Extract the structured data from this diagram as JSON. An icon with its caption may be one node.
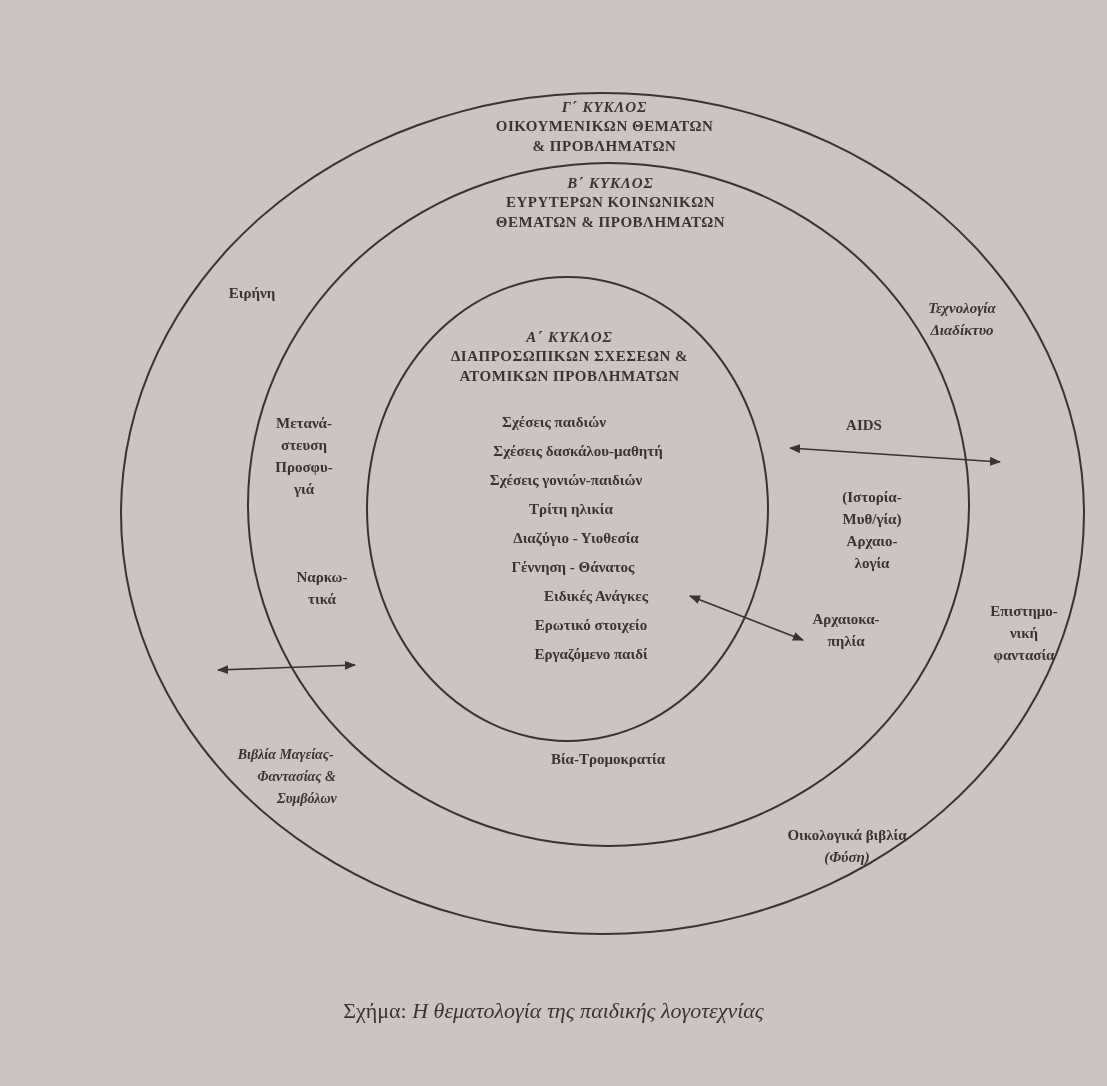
{
  "diagram": {
    "caption": "Σχήμα: *Η θεματολογία της παιδικής λογοτεχνίας*",
    "nodes": [
      {
        "text": [
          "Γ΄ ΚΥΚΛΟΣ",
          "ΟΙΚΟΥΜΕΝΙΚΩΝ ΘΕΜΑΤΩΝ & ΠΡΟΒΛΗΜΑΤΩΝ"
        ]
      },
      {
        "text": [
          "Ειρήνη"
        ],
        "in": 0
      },
      {
        "text": [
          "Τεχνολογία Διαδίκτυο"
        ],
        "in": 0
      },
      {
        "text": [
          "Επιστημο-νική φαντασία"
        ],
        "in": 0
      },
      {
        "text": [
          "Βιβλία Μαγείας-Φαντασίας & Συμβόλων"
        ],
        "in": 0
      },
      {
        "text": [
          "Οικολογικά βιβλία *(Φύση)*"
        ],
        "in": 0
      },
      {
        "text": [
          "Β΄ ΚΥΚΛΟΣ",
          "ΕΥΡΥΤΕΡΩΝ ΚΟΙΝΩΝΙΚΩΝ ΘΕΜΑΤΩΝ & ΠΡΟΒΛΗΜΑΤΩΝ"
        ],
        "in": 0
      },
      {
        "text": [
          "Μετανά-στευση Προσφυ-γιά"
        ],
        "in": 6
      },
      {
        "text": [
          "Ναρκω-τικά"
        ],
        "in": 6
      },
      {
        "text": [
          "AIDS"
        ],
        "in": 6
      },
      {
        "text": [
          "(Ιστορία-Μυθ/γία) Αρχαιο-λογία"
        ],
        "in": 6
      },
      {
        "text": [
          "Αρχαιοκα-πηλία"
        ],
        "in": 6
      },
      {
        "text": [
          "Βία-Τρομοκρατία"
        ],
        "in": 6
      },
      {
        "text": [
          "Α΄ ΚΥΚΛΟΣ",
          "ΔΙΑΠΡΟΣΩΠΙΚΩΝ ΣΧΕΣΕΩΝ & ΑΤΟΜΙΚΩΝ ΠΡΟΒΛΗΜΑΤΩΝ"
        ],
        "in": 6
      },
      {
        "text": [
          "Σχέσεις παιδιών"
        ],
        "in": 13
      },
      {
        "text": [
          "Σχέσεις δασκάλου-μαθητή"
        ],
        "in": 13
      },
      {
        "text": [
          "Σχέσεις γονιών-παιδιών"
        ],
        "in": 13
      },
      {
        "text": [
          "Τρίτη ηλικία"
        ],
        "in": 13
      },
      {
        "text": [
          "Διαζύγιο - Υιοθεσία"
        ],
        "in": 13
      },
      {
        "text": [
          "Γέννηση - Θάνατος"
        ],
        "in": 13
      },
      {
        "text": [
          "Ειδικές Ανάγκες"
        ],
        "in": 13
      },
      {
        "text": [
          "Ερωτικό στοιχείο"
        ],
        "in": 13
      },
      {
        "text": [
          "Εργαζόμενο παιδί"
        ],
        "in": 13
      }
    ],
    "edges": [
      {
        "from": 11,
        "to": 20,
        "arrow": "both"
      }
    ]
  }
}
